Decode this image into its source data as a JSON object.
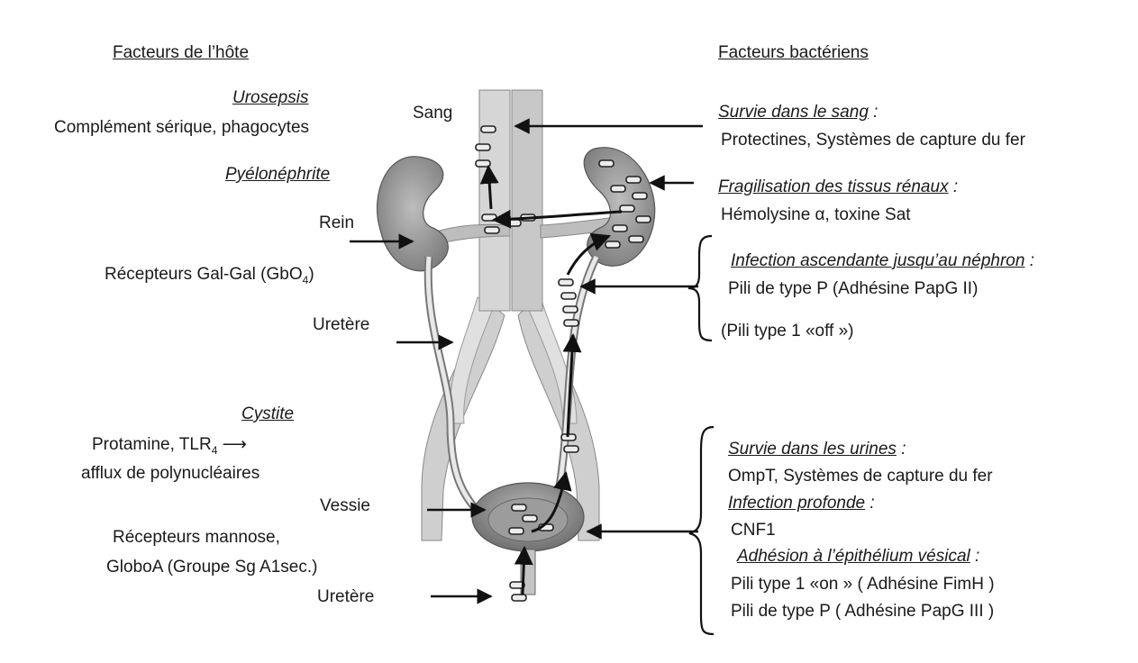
{
  "host": {
    "heading": "Facteurs de l’hôte",
    "urosepsis": {
      "title": "Urosepsis",
      "text": "Complément sérique, phagocytes"
    },
    "pyelo": {
      "title": "Pyélonéphrite"
    },
    "rein": "Rein",
    "receptors_gal": {
      "prefix": "Récepteurs Gal-Gal (GbO",
      "sub": "4",
      "suffix": ")"
    },
    "uretere_upper": "Uretère",
    "cystite": {
      "title": "Cystite"
    },
    "protamine": {
      "prefix": "Protamine, TLR",
      "sub": "4",
      "arrow": "⟶"
    },
    "afflux": "afflux de polynucléaires",
    "vessie": "Vessie",
    "receptors_mannose_1": "Récepteurs mannose,",
    "receptors_mannose_2": "GloboA (Groupe Sg A1sec.)",
    "uretere_lower": "Uretère"
  },
  "bacterial": {
    "heading": "Facteurs bactériens",
    "sang": "Sang",
    "blood": {
      "title": "Survie dans le sang",
      "colon": " :",
      "text": "Protectines, Systèmes de capture du fer"
    },
    "kidney": {
      "title": "Fragilisation des tissus rénaux",
      "colon": " :",
      "text": "Hémolysine α, toxine Sat"
    },
    "ascending": {
      "title": "Infection ascendante jusqu’au néphron",
      "colon": " :",
      "text": "Pili de type P (Adhésine PapG II)",
      "off": "(Pili type 1 «off »)"
    },
    "urine": {
      "title": "Survie dans les urines",
      "colon": " :",
      "text": "OmpT, Systèmes de capture du fer"
    },
    "deep": {
      "title": "Infection profonde",
      "colon": " :",
      "text": "CNF1"
    },
    "adhesion": {
      "title": "Adhésion à l’épithélium vésical",
      "colon": " :",
      "text1": "Pili type 1 «on » ( Adhésine FimH )",
      "text2": "Pili de type P ( Adhésine PapG III )"
    }
  }
}
